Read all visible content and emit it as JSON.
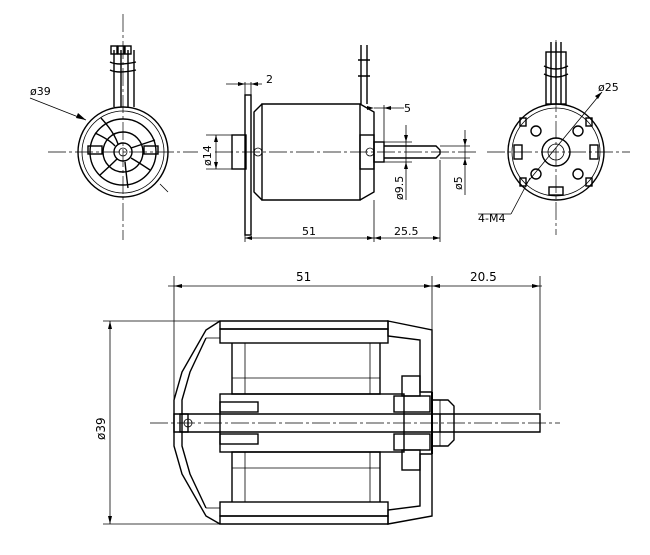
{
  "front_view": {
    "dia_label": "ø39"
  },
  "side_view": {
    "dim_flange": "2",
    "dim_boss": "5",
    "dia_body": "ø14",
    "dia_bearing": "ø9.5",
    "dia_shaft": "ø5",
    "len_body": "51",
    "len_shaft": "25.5"
  },
  "rear_view": {
    "dia_bolt": "ø25",
    "holes": "4-M4"
  },
  "section_view": {
    "len_body": "51",
    "len_shaft": "20.5",
    "dia_body": "ø39"
  }
}
